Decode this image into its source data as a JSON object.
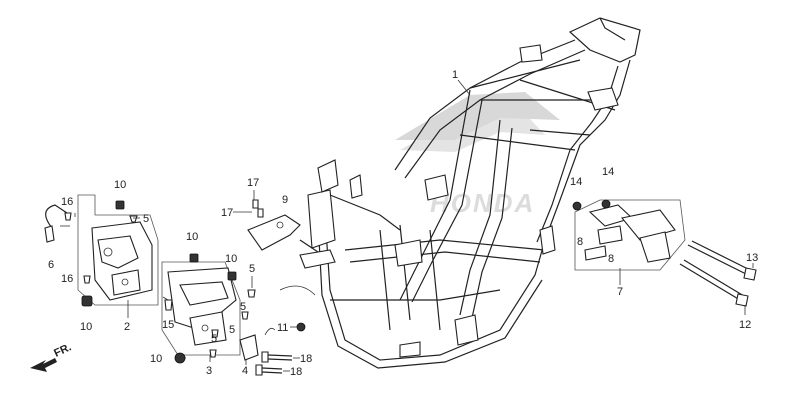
{
  "diagram": {
    "direction_label": "FR.",
    "watermark_text": "HONDA",
    "callouts": [
      {
        "id": "c1",
        "label": "1"
      },
      {
        "id": "c2",
        "label": "2"
      },
      {
        "id": "c3",
        "label": "3"
      },
      {
        "id": "c4",
        "label": "4"
      },
      {
        "id": "c5a",
        "label": "5"
      },
      {
        "id": "c5b",
        "label": "5"
      },
      {
        "id": "c5c",
        "label": "5"
      },
      {
        "id": "c5d",
        "label": "5"
      },
      {
        "id": "c5e",
        "label": "5"
      },
      {
        "id": "c6",
        "label": "6"
      },
      {
        "id": "c7",
        "label": "7"
      },
      {
        "id": "c8a",
        "label": "8"
      },
      {
        "id": "c8b",
        "label": "8"
      },
      {
        "id": "c9",
        "label": "9"
      },
      {
        "id": "c10a",
        "label": "10"
      },
      {
        "id": "c10b",
        "label": "10"
      },
      {
        "id": "c10c",
        "label": "10"
      },
      {
        "id": "c10d",
        "label": "10"
      },
      {
        "id": "c10e",
        "label": "10"
      },
      {
        "id": "c11",
        "label": "11"
      },
      {
        "id": "c12",
        "label": "12"
      },
      {
        "id": "c13",
        "label": "13"
      },
      {
        "id": "c14a",
        "label": "14"
      },
      {
        "id": "c14b",
        "label": "14"
      },
      {
        "id": "c15",
        "label": "15"
      },
      {
        "id": "c16a",
        "label": "16"
      },
      {
        "id": "c16b",
        "label": "16"
      },
      {
        "id": "c17a",
        "label": "17"
      },
      {
        "id": "c17b",
        "label": "17"
      },
      {
        "id": "c18a",
        "label": "18"
      },
      {
        "id": "c18b",
        "label": "18"
      }
    ]
  }
}
